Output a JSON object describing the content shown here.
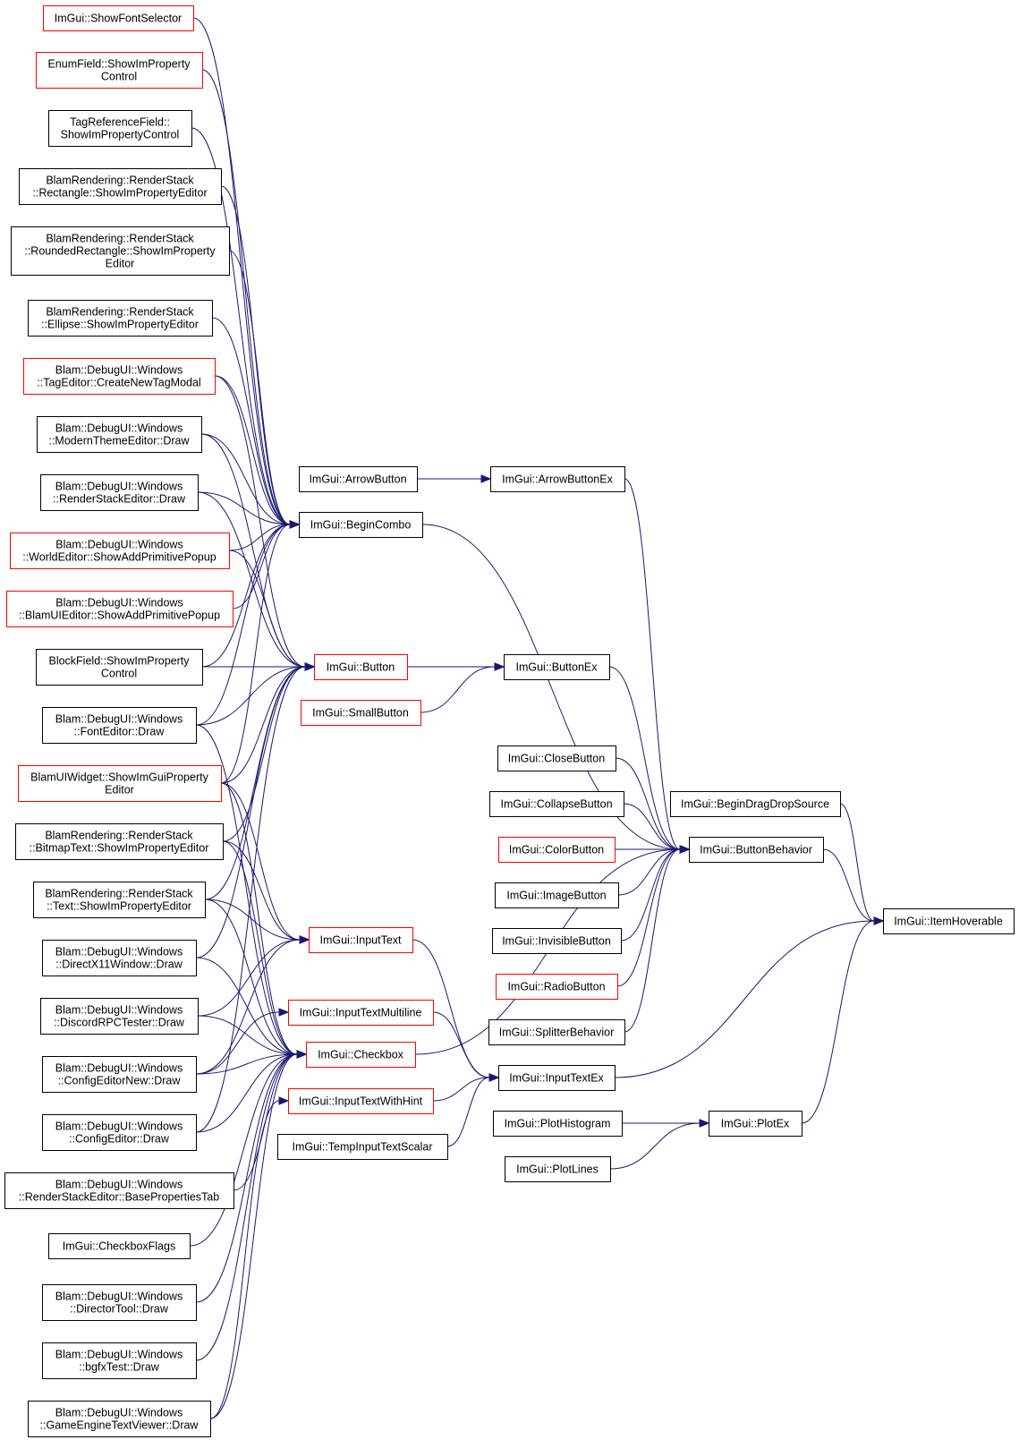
{
  "colors": {
    "edge": "#191970",
    "border_black": "#000000",
    "border_red": "#ff0000",
    "highlight_fill": "#bfbfbf"
  },
  "nodes": {
    "showfontselector": {
      "lines": [
        "ImGui::ShowFontSelector"
      ],
      "border": "red"
    },
    "enumfield": {
      "lines": [
        "EnumField::ShowImProperty",
        "Control"
      ],
      "border": "red"
    },
    "tagreference": {
      "lines": [
        "TagReferenceField::",
        "ShowImPropertyControl"
      ],
      "border": "black"
    },
    "rectangle": {
      "lines": [
        "BlamRendering::RenderStack",
        "::Rectangle::ShowImPropertyEditor"
      ],
      "border": "black"
    },
    "roundedrect": {
      "lines": [
        "BlamRendering::RenderStack",
        "::RoundedRectangle::ShowImProperty",
        "Editor"
      ],
      "border": "black"
    },
    "ellipse": {
      "lines": [
        "BlamRendering::RenderStack",
        "::Ellipse::ShowImPropertyEditor"
      ],
      "border": "black"
    },
    "tageditor": {
      "lines": [
        "Blam::DebugUI::Windows",
        "::TagEditor::CreateNewTagModal"
      ],
      "border": "red"
    },
    "moderntheme": {
      "lines": [
        "Blam::DebugUI::Windows",
        "::ModernThemeEditor::Draw"
      ],
      "border": "black"
    },
    "renderstackeditor": {
      "lines": [
        "Blam::DebugUI::Windows",
        "::RenderStackEditor::Draw"
      ],
      "border": "black"
    },
    "worldeditor": {
      "lines": [
        "Blam::DebugUI::Windows",
        "::WorldEditor::ShowAddPrimitivePopup"
      ],
      "border": "red"
    },
    "blamuieditor": {
      "lines": [
        "Blam::DebugUI::Windows",
        "::BlamUIEditor::ShowAddPrimitivePopup"
      ],
      "border": "red"
    },
    "blockfield": {
      "lines": [
        "BlockField::ShowImProperty",
        "Control"
      ],
      "border": "black"
    },
    "fonteditor": {
      "lines": [
        "Blam::DebugUI::Windows",
        "::FontEditor::Draw"
      ],
      "border": "black"
    },
    "blamuiwidget": {
      "lines": [
        "BlamUIWidget::ShowImGuiProperty",
        "Editor"
      ],
      "border": "red"
    },
    "bitmaptext": {
      "lines": [
        "BlamRendering::RenderStack",
        "::BitmapText::ShowImPropertyEditor"
      ],
      "border": "black"
    },
    "text": {
      "lines": [
        "BlamRendering::RenderStack",
        "::Text::ShowImPropertyEditor"
      ],
      "border": "black"
    },
    "directx11": {
      "lines": [
        "Blam::DebugUI::Windows",
        "::DirectX11Window::Draw"
      ],
      "border": "black"
    },
    "discordrpc": {
      "lines": [
        "Blam::DebugUI::Windows",
        "::DiscordRPCTester::Draw"
      ],
      "border": "black"
    },
    "configeditornew": {
      "lines": [
        "Blam::DebugUI::Windows",
        "::ConfigEditorNew::Draw"
      ],
      "border": "black"
    },
    "configeditor": {
      "lines": [
        "Blam::DebugUI::Windows",
        "::ConfigEditor::Draw"
      ],
      "border": "black"
    },
    "basepropertiestab": {
      "lines": [
        "Blam::DebugUI::Windows",
        "::RenderStackEditor::BasePropertiesTab"
      ],
      "border": "black"
    },
    "checkboxflags": {
      "lines": [
        "ImGui::CheckboxFlags"
      ],
      "border": "black"
    },
    "directortool": {
      "lines": [
        "Blam::DebugUI::Windows",
        "::DirectorTool::Draw"
      ],
      "border": "black"
    },
    "bgfxtest": {
      "lines": [
        "Blam::DebugUI::Windows",
        "::bgfxTest::Draw"
      ],
      "border": "black"
    },
    "gameenginetext": {
      "lines": [
        "Blam::DebugUI::Windows",
        "::GameEngineTextViewer::Draw"
      ],
      "border": "black"
    },
    "arrowbutton": {
      "lines": [
        "ImGui::ArrowButton"
      ],
      "border": "black"
    },
    "begincombo": {
      "lines": [
        "ImGui::BeginCombo"
      ],
      "border": "black"
    },
    "button": {
      "lines": [
        "ImGui::Button"
      ],
      "border": "red"
    },
    "smallbutton": {
      "lines": [
        "ImGui::SmallButton"
      ],
      "border": "red"
    },
    "inputtext": {
      "lines": [
        "ImGui::InputText"
      ],
      "border": "red"
    },
    "inputtextmultiline": {
      "lines": [
        "ImGui::InputTextMultiline"
      ],
      "border": "red"
    },
    "checkbox": {
      "lines": [
        "ImGui::Checkbox"
      ],
      "border": "red"
    },
    "inputtextwithhint": {
      "lines": [
        "ImGui::InputTextWithHint"
      ],
      "border": "red"
    },
    "tempinputtextscalar": {
      "lines": [
        "ImGui::TempInputTextScalar"
      ],
      "border": "black"
    },
    "arrowbuttonex": {
      "lines": [
        "ImGui::ArrowButtonEx"
      ],
      "border": "black"
    },
    "buttonex": {
      "lines": [
        "ImGui::ButtonEx"
      ],
      "border": "black"
    },
    "closebutton": {
      "lines": [
        "ImGui::CloseButton"
      ],
      "border": "black"
    },
    "collapsebutton": {
      "lines": [
        "ImGui::CollapseButton"
      ],
      "border": "black"
    },
    "colorbutton": {
      "lines": [
        "ImGui::ColorButton"
      ],
      "border": "red"
    },
    "imagebutton": {
      "lines": [
        "ImGui::ImageButton"
      ],
      "border": "black"
    },
    "invisiblebutton": {
      "lines": [
        "ImGui::InvisibleButton"
      ],
      "border": "black"
    },
    "radiobutton": {
      "lines": [
        "ImGui::RadioButton"
      ],
      "border": "red"
    },
    "splitterbehavior": {
      "lines": [
        "ImGui::SplitterBehavior"
      ],
      "border": "black"
    },
    "inputtextex": {
      "lines": [
        "ImGui::InputTextEx"
      ],
      "border": "black"
    },
    "plothistogram": {
      "lines": [
        "ImGui::PlotHistogram"
      ],
      "border": "black"
    },
    "plotlines": {
      "lines": [
        "ImGui::PlotLines"
      ],
      "border": "black"
    },
    "begindragdropsource": {
      "lines": [
        "ImGui::BeginDragDropSource"
      ],
      "border": "black"
    },
    "buttonbehavior": {
      "lines": [
        "ImGui::ButtonBehavior"
      ],
      "border": "black"
    },
    "plotex": {
      "lines": [
        "ImGui::PlotEx"
      ],
      "border": "black"
    },
    "itemhoverable": {
      "lines": [
        "ImGui::ItemHoverable"
      ],
      "border": "black",
      "highlight": true
    }
  },
  "edges": [
    [
      "showfontselector",
      "begincombo"
    ],
    [
      "enumfield",
      "begincombo"
    ],
    [
      "tagreference",
      "begincombo"
    ],
    [
      "rectangle",
      "begincombo"
    ],
    [
      "roundedrect",
      "begincombo"
    ],
    [
      "ellipse",
      "begincombo"
    ],
    [
      "tageditor",
      "begincombo"
    ],
    [
      "tageditor",
      "button"
    ],
    [
      "moderntheme",
      "begincombo"
    ],
    [
      "moderntheme",
      "button"
    ],
    [
      "renderstackeditor",
      "begincombo"
    ],
    [
      "renderstackeditor",
      "button"
    ],
    [
      "worldeditor",
      "begincombo"
    ],
    [
      "worldeditor",
      "button"
    ],
    [
      "blamuieditor",
      "begincombo"
    ],
    [
      "blockfield",
      "begincombo"
    ],
    [
      "blockfield",
      "button"
    ],
    [
      "fonteditor",
      "begincombo"
    ],
    [
      "fonteditor",
      "button"
    ],
    [
      "fonteditor",
      "checkbox"
    ],
    [
      "blamuiwidget",
      "begincombo"
    ],
    [
      "blamuiwidget",
      "button"
    ],
    [
      "blamuiwidget",
      "inputtext"
    ],
    [
      "blamuiwidget",
      "checkbox"
    ],
    [
      "bitmaptext",
      "button"
    ],
    [
      "bitmaptext",
      "inputtext"
    ],
    [
      "bitmaptext",
      "checkbox"
    ],
    [
      "text",
      "button"
    ],
    [
      "text",
      "inputtext"
    ],
    [
      "text",
      "checkbox"
    ],
    [
      "directx11",
      "button"
    ],
    [
      "directx11",
      "checkbox"
    ],
    [
      "discordrpc",
      "inputtext"
    ],
    [
      "discordrpc",
      "checkbox"
    ],
    [
      "configeditornew",
      "inputtext"
    ],
    [
      "configeditornew",
      "checkbox"
    ],
    [
      "configeditornew",
      "inputtextmultiline"
    ],
    [
      "configeditor",
      "button"
    ],
    [
      "configeditor",
      "checkbox"
    ],
    [
      "basepropertiestab",
      "checkbox"
    ],
    [
      "checkboxflags",
      "checkbox"
    ],
    [
      "directortool",
      "checkbox"
    ],
    [
      "bgfxtest",
      "checkbox"
    ],
    [
      "gameenginetext",
      "checkbox"
    ],
    [
      "gameenginetext",
      "inputtextwithhint"
    ],
    [
      "arrowbutton",
      "arrowbuttonex"
    ],
    [
      "button",
      "buttonex"
    ],
    [
      "smallbutton",
      "buttonex"
    ],
    [
      "begincombo",
      "buttonbehavior"
    ],
    [
      "arrowbuttonex",
      "buttonbehavior"
    ],
    [
      "buttonex",
      "buttonbehavior"
    ],
    [
      "checkbox",
      "buttonbehavior"
    ],
    [
      "closebutton",
      "buttonbehavior"
    ],
    [
      "collapsebutton",
      "buttonbehavior"
    ],
    [
      "colorbutton",
      "buttonbehavior"
    ],
    [
      "imagebutton",
      "buttonbehavior"
    ],
    [
      "invisiblebutton",
      "buttonbehavior"
    ],
    [
      "radiobutton",
      "buttonbehavior"
    ],
    [
      "splitterbehavior",
      "buttonbehavior"
    ],
    [
      "inputtext",
      "inputtextex"
    ],
    [
      "inputtextmultiline",
      "inputtextex"
    ],
    [
      "inputtextwithhint",
      "inputtextex"
    ],
    [
      "tempinputtextscalar",
      "inputtextex"
    ],
    [
      "plothistogram",
      "plotex"
    ],
    [
      "plotlines",
      "plotex"
    ],
    [
      "begindragdropsource",
      "itemhoverable"
    ],
    [
      "buttonbehavior",
      "itemhoverable"
    ],
    [
      "inputtextex",
      "itemhoverable"
    ],
    [
      "plotex",
      "itemhoverable"
    ]
  ]
}
